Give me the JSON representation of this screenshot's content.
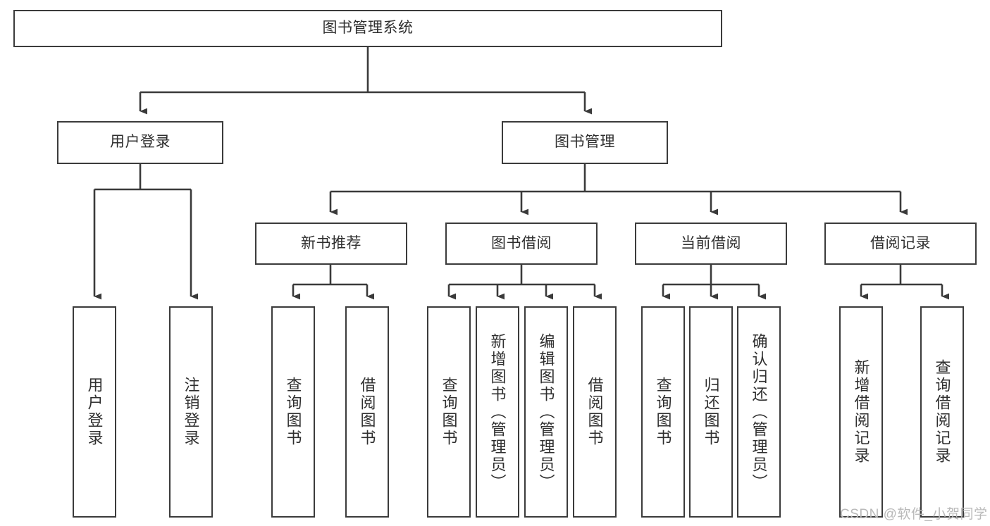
{
  "diagram": {
    "type": "tree-hierarchy",
    "title": "图书管理系统",
    "watermark": "CSDN @软件_小贺同学",
    "colors": {
      "border": "#3b3b3b",
      "text": "#2f2f2f",
      "connector": "#3a3a3a",
      "background": "#ffffff",
      "watermark": "#b9b9b9"
    },
    "nodes": {
      "root": "图书管理系统",
      "level2": {
        "user_login": "用户登录",
        "book_manage": "图书管理"
      },
      "level3": {
        "new_book_recommend": "新书推荐",
        "book_borrow": "图书借阅",
        "current_borrow": "当前借阅",
        "borrow_record": "借阅记录"
      },
      "leaves": {
        "user_login_1": "用户登录",
        "user_login_2": "注销登录",
        "new_book_1": "查询图书",
        "new_book_2": "借阅图书",
        "book_borrow_1": "查询图书",
        "book_borrow_2": "新增图书（管理员）",
        "book_borrow_3": "编辑图书（管理员）",
        "book_borrow_4": "借阅图书",
        "current_borrow_1": "查询图书",
        "current_borrow_2": "归还图书",
        "current_borrow_3": "确认归还（管理员）",
        "borrow_record_1": "新增借阅记录",
        "borrow_record_2": "查询借阅记录"
      }
    }
  }
}
